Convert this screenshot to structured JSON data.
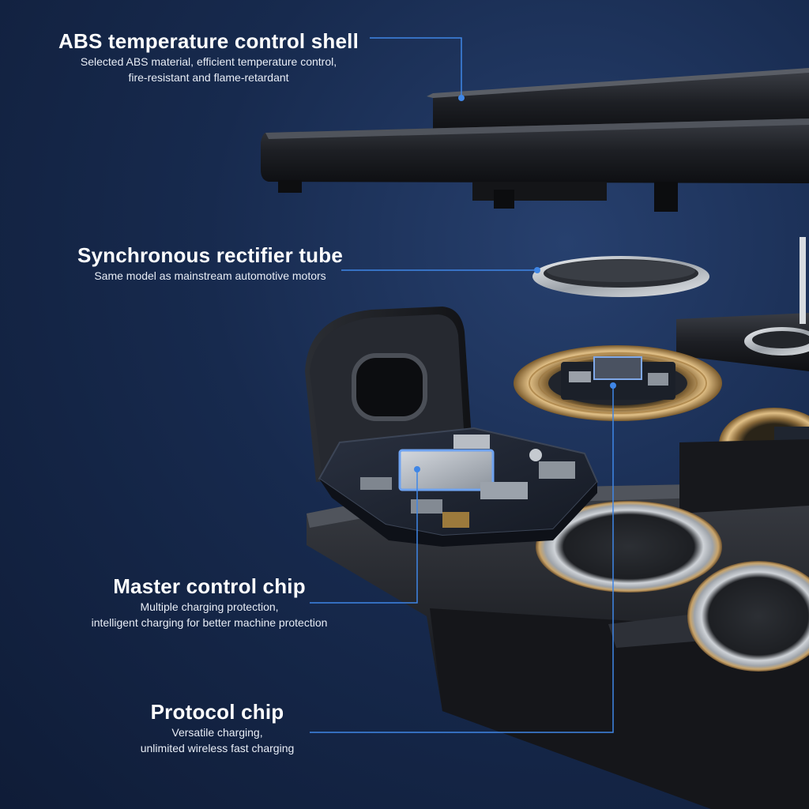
{
  "callouts": [
    {
      "title": "ABS temperature control shell",
      "desc_lines": [
        "Selected ABS material, efficient temperature control,",
        "fire-resistant and flame-retardant"
      ]
    },
    {
      "title": "Synchronous rectifier tube",
      "desc_lines": [
        "Same model as mainstream automotive motors"
      ]
    },
    {
      "title": "Master control chip",
      "desc_lines": [
        "Multiple charging protection,",
        "intelligent charging for better machine protection"
      ]
    },
    {
      "title": "Protocol chip",
      "desc_lines": [
        "Versatile charging,",
        "unlimited wireless fast charging"
      ]
    }
  ],
  "colors": {
    "background": "#172a4e",
    "leader_line": "#3f86e6",
    "shell": "#1a1c20",
    "coil_gold": "#c9a46a",
    "ring_silver": "#d9dde2"
  },
  "icons": [
    "exploded-charger-illustration"
  ]
}
